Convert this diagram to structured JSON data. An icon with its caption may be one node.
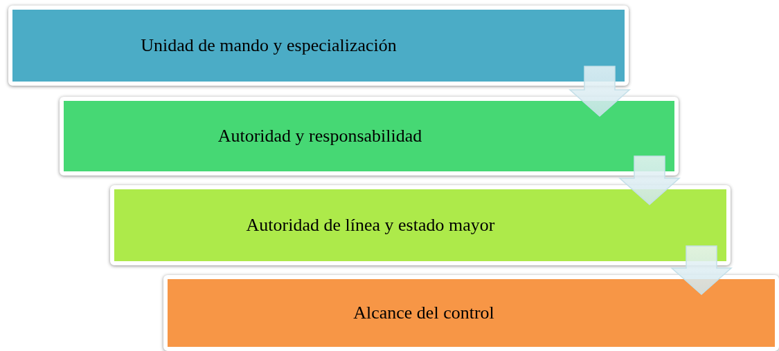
{
  "diagram": {
    "nodes": [
      {
        "text": [
          "Unidad de mando y especialización"
        ]
      },
      {
        "text": [
          "Autoridad y responsabilidad"
        ]
      },
      {
        "text": [
          "Autoridad de línea y estado mayor"
        ]
      },
      {
        "text": [
          "Alcance del control"
        ]
      }
    ],
    "edges": [
      {
        "from": 0,
        "to": 1,
        "arrow": "to"
      },
      {
        "from": 1,
        "to": 2,
        "arrow": "to"
      },
      {
        "from": 2,
        "to": 3,
        "arrow": "to"
      }
    ]
  }
}
